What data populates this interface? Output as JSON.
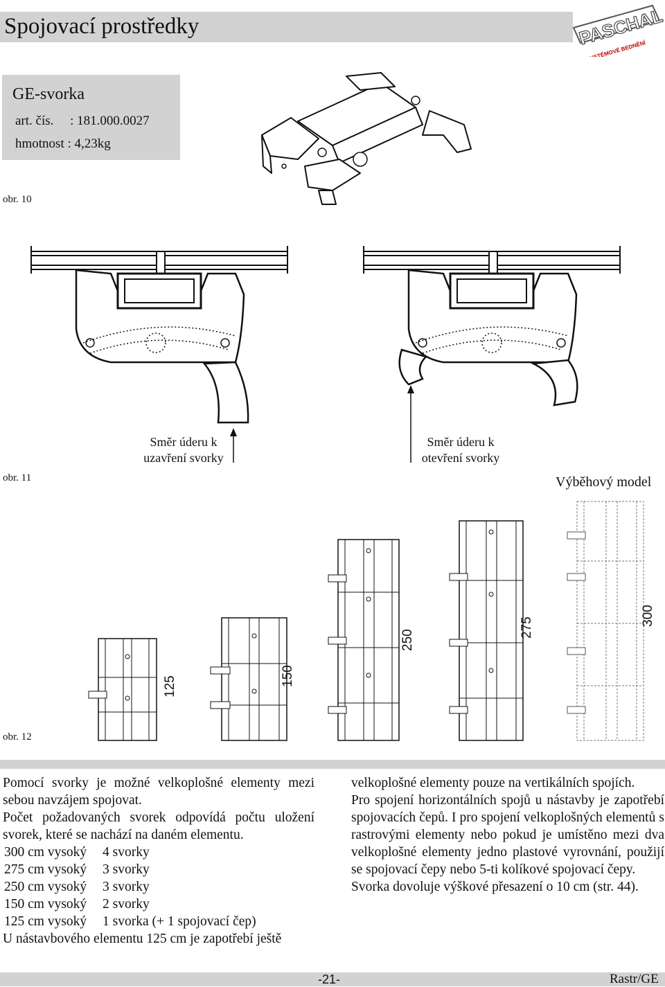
{
  "header": {
    "title": "Spojovací prostředky",
    "logo_text": "PASCHAL",
    "logo_subtext": "SYSTÉMOVÉ BEDNĚNÍ"
  },
  "product": {
    "name": "GE-svorka",
    "art_line": "art. čís.     : 181.000.0027",
    "weight_line": "hmotnost : 4,23kg"
  },
  "figures": {
    "fig10": "obr. 10",
    "fig11": "obr. 11",
    "fig12": "obr. 12",
    "caption_close_1": "Směr úderu k",
    "caption_close_2": "uzavření svorky",
    "caption_open_1": "Směr úderu k",
    "caption_open_2": "otevření svorky",
    "model_label": "Výběhový model",
    "heights": [
      "125",
      "150",
      "250",
      "275",
      "300"
    ]
  },
  "text": {
    "left_intro": "Pomocí svorky je možné velkoplošné elementy mezi sebou navzájem spojovat.",
    "left_count": "Počet požadovaných svorek odpovídá počtu uložení svorek, které se nachází na daném elementu.",
    "list": [
      {
        "size": "300 cm vysoký",
        "count": "4 svorky"
      },
      {
        "size": "275 cm vysoký",
        "count": "3 svorky"
      },
      {
        "size": "250 cm vysoký",
        "count": "3 svorky"
      },
      {
        "size": "150 cm vysoký",
        "count": "2 svorky"
      },
      {
        "size": "125 cm vysoký",
        "count": "1 svorka (+ 1 spojovací čep)"
      }
    ],
    "left_last": "U nástavbového elementu 125 cm je zapotřebí ještě",
    "right_1": "velkoplošné elementy pouze na vertikálních spojích.",
    "right_2": "Pro spojení horizontálních spojů u nástavby je zapotřebí spojovacích čepů. I pro spojení velkoplošných elementů s rastrovými elementy nebo pokud je umístěno mezi dva velkoplošné elementy jedno plastové vyrovnání, použijí se spojovací čepy nebo 5-ti kolíkové spojovací čepy.",
    "right_3": "Svorka dovoluje výškové přesazení o 10 cm (str. 44)."
  },
  "footer": {
    "page": "-21-",
    "code": "Rastr/GE"
  }
}
